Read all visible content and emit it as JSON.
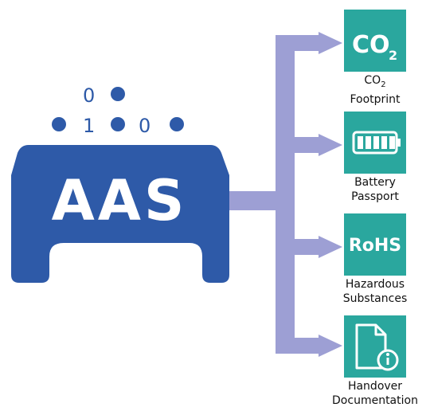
{
  "main_symbol": {
    "text": "AAS",
    "bits": [
      "0",
      "1",
      "0"
    ]
  },
  "items": [
    {
      "icon": "co2-icon",
      "tile_text": "CO",
      "tile_sub": "2",
      "label_line1_prefix": "CO",
      "label_line1_sub": "2",
      "label_line2": "Footprint"
    },
    {
      "icon": "battery-icon",
      "label_line1": "Battery",
      "label_line2": "Passport"
    },
    {
      "icon": "rohs-icon",
      "tile_text": "RoHS",
      "label_line1": "Hazardous",
      "label_line2": "Substances"
    },
    {
      "icon": "document-info-icon",
      "label_line1": "Handover",
      "label_line2": "Documentation"
    }
  ],
  "colors": {
    "aas_blue": "#2e5aa8",
    "connector_lavender": "#9d9fd4",
    "tile_teal": "#2aa79e",
    "label_text": "#111111"
  }
}
